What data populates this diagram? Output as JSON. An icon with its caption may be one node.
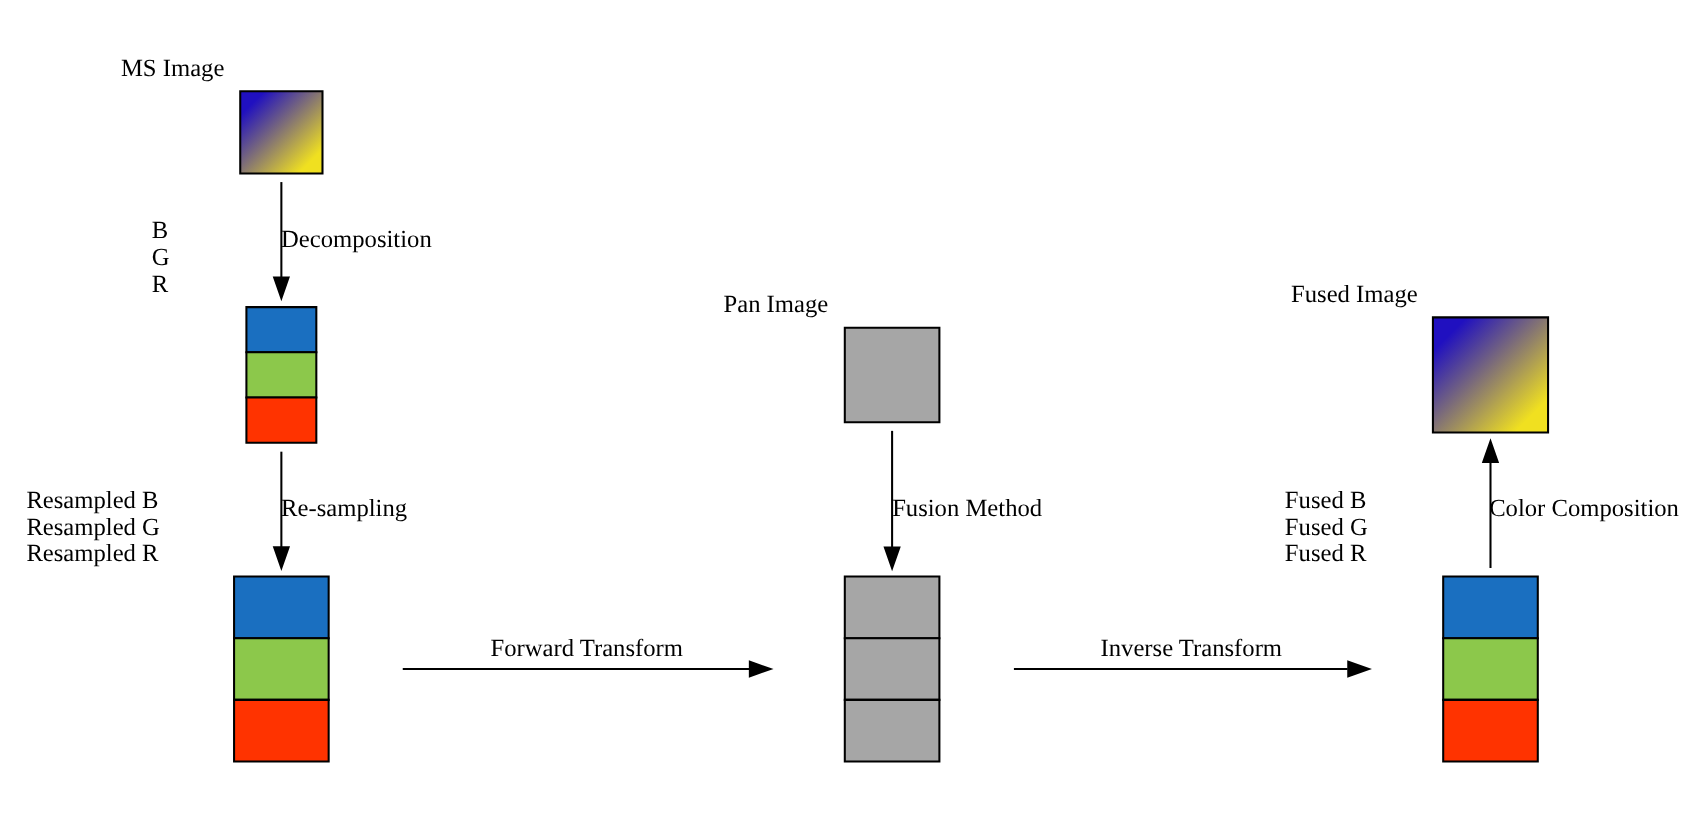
{
  "diagram": {
    "nodes": [
      {
        "text": [],
        "shape": "picture",
        "beside": [
          "MS Image"
        ]
      },
      {
        "text": [],
        "shape": "stack",
        "beside": [
          "B",
          "G",
          "R"
        ]
      },
      {
        "text": [],
        "shape": "stack",
        "beside": [
          "Resampled B",
          "Resampled G",
          "Resampled R"
        ]
      },
      {
        "text": [],
        "shape": "box",
        "beside": [
          "Pan Image"
        ]
      },
      {
        "text": [],
        "shape": "stack"
      },
      {
        "text": [],
        "shape": "stack",
        "beside": [
          "Fused B",
          "Fused G",
          "Fused R"
        ]
      },
      {
        "text": [],
        "shape": "picture",
        "beside": [
          "Fused Image"
        ]
      }
    ],
    "edges": [
      {
        "from": 0,
        "to": 1,
        "arrow": "to",
        "label": "Decomposition"
      },
      {
        "from": 1,
        "to": 2,
        "arrow": "to",
        "label": "Re-sampling"
      },
      {
        "from": 2,
        "to": 4,
        "arrow": "to",
        "label": "Forward Transform"
      },
      {
        "from": 3,
        "to": 4,
        "arrow": "to",
        "label": "Fusion Method"
      },
      {
        "from": 4,
        "to": 5,
        "arrow": "to",
        "label": "Inverse Transform"
      },
      {
        "from": 5,
        "to": 6,
        "arrow": "to",
        "label": "Color Composition"
      }
    ]
  }
}
